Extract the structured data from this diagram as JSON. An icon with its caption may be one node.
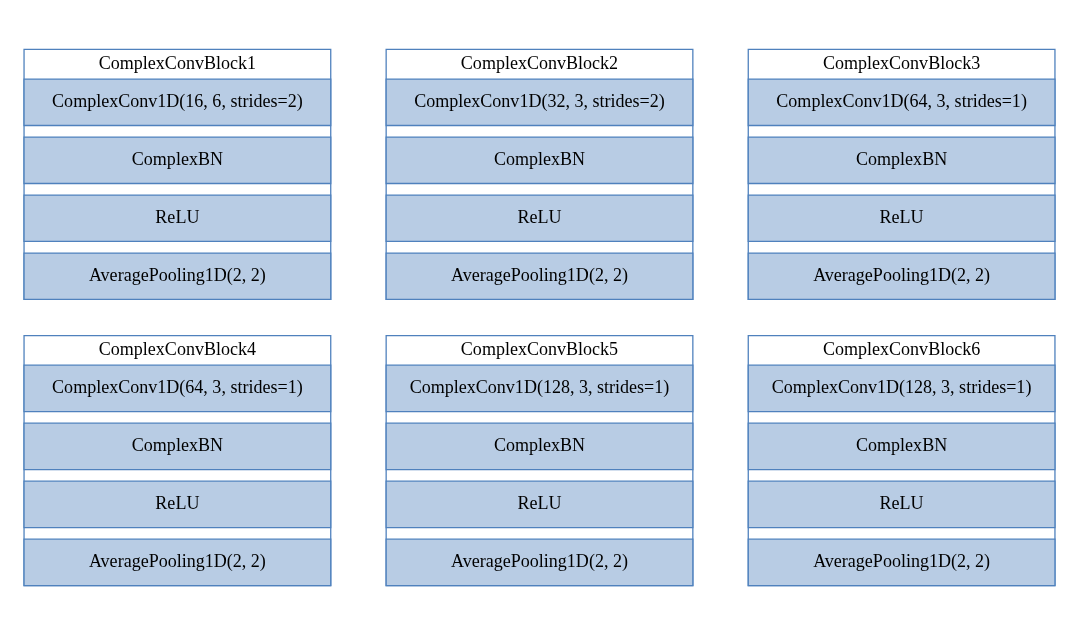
{
  "diagram": {
    "nodes": [
      {
        "text": [
          "ComplexConvBlock1"
        ]
      },
      {
        "text": [
          "ComplexConv1D(16, 6, strides=2)"
        ],
        "in": 0
      },
      {
        "text": [
          "ComplexBN"
        ],
        "in": 0
      },
      {
        "text": [
          "ReLU"
        ],
        "in": 0
      },
      {
        "text": [
          "AveragePooling1D(2, 2)"
        ],
        "in": 0
      },
      {
        "text": [
          "ComplexConvBlock2"
        ]
      },
      {
        "text": [
          "ComplexConv1D(32, 3, strides=2)"
        ],
        "in": 5
      },
      {
        "text": [
          "ComplexBN"
        ],
        "in": 5
      },
      {
        "text": [
          "ReLU"
        ],
        "in": 5
      },
      {
        "text": [
          "AveragePooling1D(2, 2)"
        ],
        "in": 5
      },
      {
        "text": [
          "ComplexConvBlock3"
        ]
      },
      {
        "text": [
          "ComplexConv1D(64, 3, strides=1)"
        ],
        "in": 10
      },
      {
        "text": [
          "ComplexBN"
        ],
        "in": 10
      },
      {
        "text": [
          "ReLU"
        ],
        "in": 10
      },
      {
        "text": [
          "AveragePooling1D(2, 2)"
        ],
        "in": 10
      },
      {
        "text": [
          "ComplexConvBlock4"
        ]
      },
      {
        "text": [
          "ComplexConv1D(64, 3, strides=1)"
        ],
        "in": 15
      },
      {
        "text": [
          "ComplexBN"
        ],
        "in": 15
      },
      {
        "text": [
          "ReLU"
        ],
        "in": 15
      },
      {
        "text": [
          "AveragePooling1D(2, 2)"
        ],
        "in": 15
      },
      {
        "text": [
          "ComplexConvBlock5"
        ]
      },
      {
        "text": [
          "ComplexConv1D(128, 3, strides=1)"
        ],
        "in": 20
      },
      {
        "text": [
          "ComplexBN"
        ],
        "in": 20
      },
      {
        "text": [
          "ReLU"
        ],
        "in": 20
      },
      {
        "text": [
          "AveragePooling1D(2, 2)"
        ],
        "in": 20
      },
      {
        "text": [
          "ComplexConvBlock6"
        ]
      },
      {
        "text": [
          "ComplexConv1D(128, 3, strides=1)"
        ],
        "in": 25
      },
      {
        "text": [
          "ComplexBN"
        ],
        "in": 25
      },
      {
        "text": [
          "ReLU"
        ],
        "in": 25
      },
      {
        "text": [
          "AveragePooling1D(2, 2)"
        ],
        "in": 25
      }
    ],
    "edges": []
  }
}
